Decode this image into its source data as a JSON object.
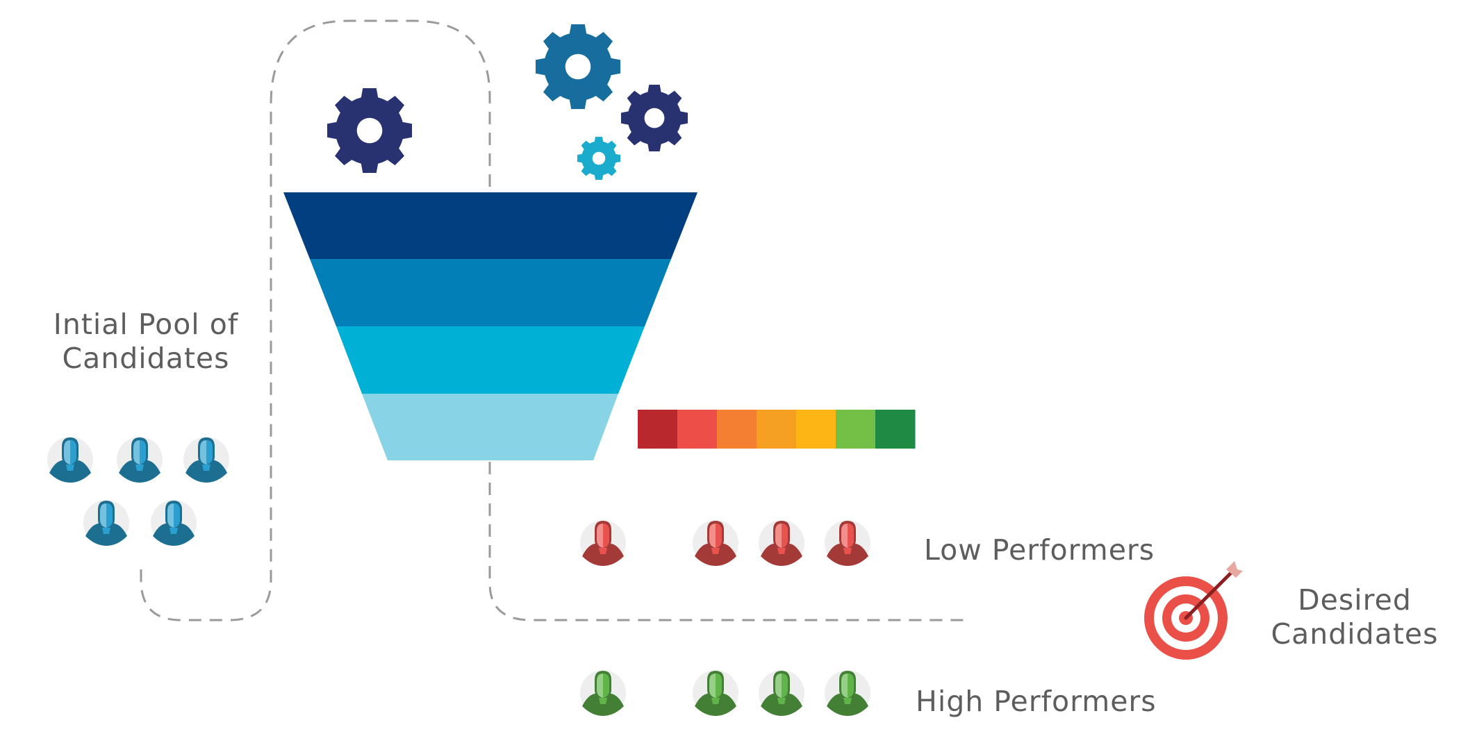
{
  "labels": {
    "initial_pool": [
      "Intial Pool of",
      "Candidates"
    ],
    "low_performers": "Low Performers",
    "high_performers": "High Performers",
    "desired_candidates": [
      "Desired",
      "Candidates"
    ]
  },
  "funnel": {
    "layer_colors": [
      "#023f80",
      "#027fb6",
      "#00b1d5",
      "#88d3e5"
    ]
  },
  "gears": {
    "colors": {
      "navy": "#283270",
      "blue": "#176e9e",
      "cyan": "#1aabcd"
    }
  },
  "rating_scale": {
    "colors": [
      "#b8282c",
      "#ed4f48",
      "#f47f32",
      "#f6a023",
      "#fdb515",
      "#74bf45",
      "#1e8a43"
    ]
  },
  "icons": {
    "candidate": "person-icon",
    "goal": "target-icon"
  },
  "groups": {
    "initial_pool": {
      "count": 5,
      "color": "#2a9fd0"
    },
    "low_performers": {
      "count": 4,
      "color": "#e9534f"
    },
    "high_performers": {
      "count": 4,
      "color": "#5fb54a"
    }
  },
  "colors": {
    "label_text": "#5d5d5d",
    "dashed_path": "#9a9a9a",
    "target_red": "#ea4f48",
    "arrow": "#8b1f22"
  }
}
